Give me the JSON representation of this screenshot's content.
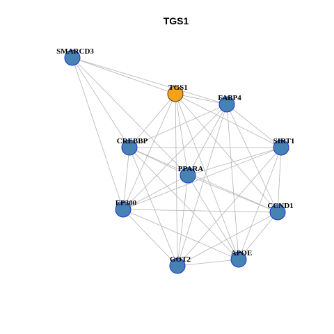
{
  "title": "TGS1",
  "colors": {
    "hub_fill": "#F5A21B",
    "node_fill": "#4682B4",
    "node_stroke": "#1A33CC",
    "hub_stroke": "#4A3A1A",
    "edge": "#B3B3B3"
  },
  "nodes": [
    {
      "id": "SMARCD3",
      "label": "SMARCD3",
      "hub": false
    },
    {
      "id": "TGS1",
      "label": "TGS1",
      "hub": true
    },
    {
      "id": "FABP4",
      "label": "FABP4",
      "hub": false
    },
    {
      "id": "CREBBP",
      "label": "CREBBP",
      "hub": false
    },
    {
      "id": "SIRT1",
      "label": "SIRT1",
      "hub": false
    },
    {
      "id": "PPARA",
      "label": "PPARA",
      "hub": false
    },
    {
      "id": "EP300",
      "label": "EP300",
      "hub": false
    },
    {
      "id": "CCND1",
      "label": "CCND1",
      "hub": false
    },
    {
      "id": "APOE",
      "label": "APOE",
      "hub": false
    },
    {
      "id": "GOT2",
      "label": "GOT2",
      "hub": false
    }
  ],
  "edges": [
    [
      "SMARCD3",
      "TGS1"
    ],
    [
      "SMARCD3",
      "FABP4"
    ],
    [
      "SMARCD3",
      "CREBBP"
    ],
    [
      "SMARCD3",
      "EP300"
    ],
    [
      "SMARCD3",
      "PPARA"
    ],
    [
      "TGS1",
      "FABP4"
    ],
    [
      "TGS1",
      "CREBBP"
    ],
    [
      "TGS1",
      "SIRT1"
    ],
    [
      "TGS1",
      "PPARA"
    ],
    [
      "TGS1",
      "EP300"
    ],
    [
      "TGS1",
      "CCND1"
    ],
    [
      "TGS1",
      "APOE"
    ],
    [
      "TGS1",
      "GOT2"
    ],
    [
      "FABP4",
      "CREBBP"
    ],
    [
      "FABP4",
      "SIRT1"
    ],
    [
      "FABP4",
      "PPARA"
    ],
    [
      "FABP4",
      "EP300"
    ],
    [
      "FABP4",
      "CCND1"
    ],
    [
      "FABP4",
      "APOE"
    ],
    [
      "FABP4",
      "GOT2"
    ],
    [
      "CREBBP",
      "SIRT1"
    ],
    [
      "CREBBP",
      "PPARA"
    ],
    [
      "CREBBP",
      "EP300"
    ],
    [
      "CREBBP",
      "CCND1"
    ],
    [
      "CREBBP",
      "APOE"
    ],
    [
      "CREBBP",
      "GOT2"
    ],
    [
      "SIRT1",
      "PPARA"
    ],
    [
      "SIRT1",
      "EP300"
    ],
    [
      "SIRT1",
      "CCND1"
    ],
    [
      "SIRT1",
      "APOE"
    ],
    [
      "SIRT1",
      "GOT2"
    ],
    [
      "PPARA",
      "EP300"
    ],
    [
      "PPARA",
      "CCND1"
    ],
    [
      "PPARA",
      "APOE"
    ],
    [
      "PPARA",
      "GOT2"
    ],
    [
      "EP300",
      "CCND1"
    ],
    [
      "EP300",
      "APOE"
    ],
    [
      "EP300",
      "GOT2"
    ],
    [
      "CCND1",
      "APOE"
    ],
    [
      "CCND1",
      "GOT2"
    ],
    [
      "APOE",
      "GOT2"
    ]
  ]
}
